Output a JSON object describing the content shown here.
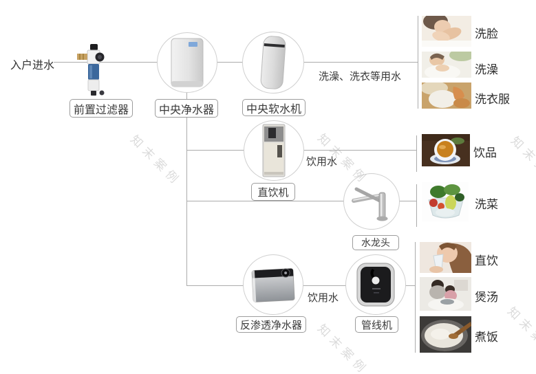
{
  "watermark": "知末案例",
  "flow": {
    "inlet_label": "入户进水",
    "prefilter_label": "前置过滤器",
    "central_purifier_label": "中央净水器",
    "central_softener_label": "中央软水机",
    "dispenser_label": "直饮机",
    "faucet_label": "水龙头",
    "ro_label": "反渗透净水器",
    "pipeline_label": "管线机",
    "bath_laundry_pipe_label": "洗澡、洗衣等用水",
    "dispenser_pipe_label": "饮用水",
    "pipeline_pipe_label": "饮用水",
    "uses": {
      "soft": [
        "洗脸",
        "洗澡",
        "洗衣服"
      ],
      "dispenser": [
        "饮品"
      ],
      "faucet": [
        "洗菜"
      ],
      "pipeline": [
        "直饮",
        "煲汤",
        "煮饭"
      ]
    }
  },
  "colors": {
    "connector": "#ababab",
    "circle_border": "#cfcfcf",
    "label_border": "#9c9c9c",
    "label_text": "#3a3a3a",
    "watermark": "#c9c9c9"
  }
}
